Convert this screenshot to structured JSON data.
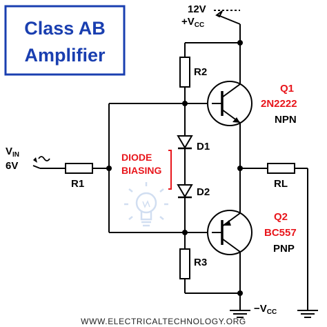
{
  "title": {
    "line1": "Class AB",
    "line2": "Amplifier"
  },
  "supply_top": {
    "voltage": "12V",
    "symbol": "+V",
    "subscript": "CC"
  },
  "supply_bottom": {
    "symbol": "−V",
    "subscript": "CC"
  },
  "input": {
    "symbol": "V",
    "subscript": "IN",
    "voltage": "6V"
  },
  "resistors": {
    "r1": "R1",
    "r2": "R2",
    "r3": "R3",
    "rl": "RL"
  },
  "diodes": {
    "d1": "D1",
    "d2": "D2"
  },
  "annotation": {
    "line1": "DIODE",
    "line2": "BIASING"
  },
  "q1": {
    "ref": "Q1",
    "part": "2N2222",
    "type": "NPN"
  },
  "q2": {
    "ref": "Q2",
    "part": "BC557",
    "type": "PNP"
  },
  "footer": "WWW.ELECTRICALTECHNOLOGY.ORG",
  "colors": {
    "title": "#1a3fb0",
    "accent_red": "#e8151b",
    "lamp": "#c9d9ef"
  }
}
